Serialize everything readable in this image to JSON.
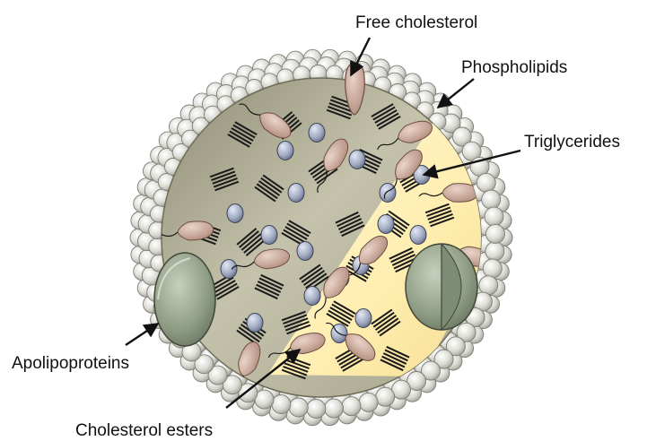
{
  "labels": {
    "free_cholesterol": "Free cholesterol",
    "phospholipids": "Phospholipids",
    "triglycerides": "Triglycerides",
    "apolipoproteins": "Apolipoproteins",
    "cholesterol_esters": "Cholesterol esters"
  },
  "colors": {
    "shell_bead": "#d9d9d2",
    "shell_bead_edge": "#7d7d76",
    "core_dark": "#b9b7a2",
    "core_light": "#fff2c0",
    "apolipoprotein": "#9aa88f",
    "cholesterol": "#c9a89a",
    "triglyceride_head": "#9ba3b8",
    "arrow": "#111111"
  }
}
